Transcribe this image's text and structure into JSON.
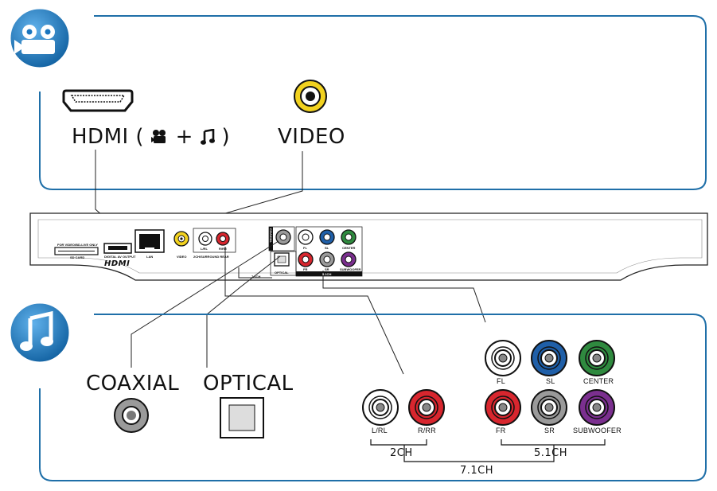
{
  "video_panel": {
    "icon": "camera-icon",
    "hdmi_label": "HDMI (",
    "hdmi_label_end": ")",
    "plus_sign": "+",
    "hdmi_inline_icons": [
      "camera-icon",
      "music-note-icon"
    ],
    "video_label": "VIDEO"
  },
  "audio_panel": {
    "icon": "music-note-icon",
    "coaxial_label": "COAXIAL",
    "optical_label": "OPTICAL",
    "jacks": [
      {
        "id": "lrl",
        "label": "L/RL",
        "color": "#ffffff"
      },
      {
        "id": "rrr",
        "label": "R/RR",
        "color": "#d8262e"
      },
      {
        "id": "fl",
        "label": "FL",
        "color": "#ffffff"
      },
      {
        "id": "sl",
        "label": "SL",
        "color": "#1f5fa8"
      },
      {
        "id": "center",
        "label": "CENTER",
        "color": "#2f8a3f"
      },
      {
        "id": "fr",
        "label": "FR",
        "color": "#d8262e"
      },
      {
        "id": "sr",
        "label": "SR",
        "color": "#9a9a9a"
      },
      {
        "id": "subwoofer",
        "label": "SUBWOOFER",
        "color": "#7b2f8f"
      }
    ],
    "group_2ch": "2CH",
    "group_51ch": "5.1CH",
    "group_71ch": "7.1CH"
  },
  "device_panel": {
    "hdmi_logo": "HDMI",
    "sd_caption": "FOR VIDEO/BD-LIVE ONLY",
    "sd_label": "SD CARD",
    "hdmi_out_label": "DIGITAL AV OUTPUT",
    "lan_label": "LAN",
    "video_label": "VIDEO",
    "surround_label": "2CH/SURROUND REAR",
    "lrl_small": "L/RL",
    "rrr_small": "R/RR",
    "coaxial_small": "COAXIAL",
    "optical_small": "OPTICAL",
    "fl_small": "FL",
    "sl_small": "SL",
    "center_small": "CENTER",
    "fr_small": "FR",
    "sr_small": "SR",
    "sub_small": "SUBWOOFER",
    "ch51_small": "5.1CH",
    "ch71_small": "7.1CH"
  },
  "colors": {
    "panel_border": "#1f6fa8",
    "icon_fill": "#1b76bf",
    "yellow": "#f2d21f",
    "red": "#d8262e",
    "blue": "#1f5fa8",
    "green": "#2f8a3f",
    "purple": "#7b2f8f",
    "grey": "#9a9a9a"
  }
}
